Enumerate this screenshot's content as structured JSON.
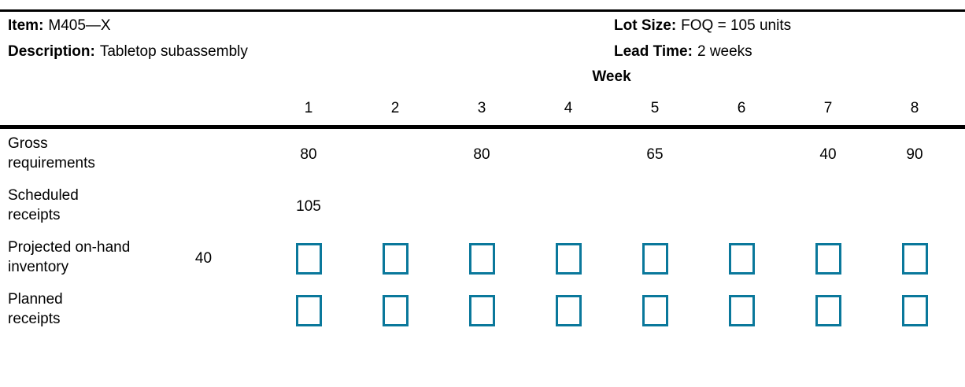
{
  "header": {
    "item_label": "Item:",
    "item_value": "M405—X",
    "description_label": "Description:",
    "description_value": "Tabletop subassembly",
    "lot_size_label": "Lot Size:",
    "lot_size_value": "FOQ = 105 units",
    "lead_time_label": "Lead Time:",
    "lead_time_value": "2 weeks"
  },
  "table": {
    "week_header": "Week",
    "week_numbers": [
      "1",
      "2",
      "3",
      "4",
      "5",
      "6",
      "7",
      "8"
    ],
    "rows": [
      {
        "label": "Gross requirements",
        "label_lines": [
          "Gross",
          "requirements"
        ],
        "initial": "",
        "values": [
          "80",
          "",
          "80",
          "",
          "65",
          "",
          "40",
          "90"
        ],
        "has_input_boxes": false
      },
      {
        "label": "Scheduled receipts",
        "label_lines": [
          "Scheduled",
          "receipts"
        ],
        "initial": "",
        "values": [
          "105",
          "",
          "",
          "",
          "",
          "",
          "",
          ""
        ],
        "has_input_boxes": false
      },
      {
        "label": "Projected on-hand inventory",
        "label_lines": [
          "Projected on-hand",
          "inventory"
        ],
        "initial": "40",
        "values": [
          "",
          "",
          "",
          "",
          "",
          "",
          "",
          ""
        ],
        "has_input_boxes": true
      },
      {
        "label": "Planned receipts",
        "label_lines": [
          "Planned",
          "receipts"
        ],
        "initial": "",
        "values": [
          "",
          "",
          "",
          "",
          "",
          "",
          "",
          ""
        ],
        "has_input_boxes": true
      }
    ]
  },
  "colors": {
    "input_box_border": "#0A789B",
    "text": "#000000",
    "rule": "#000000",
    "background": "#FFFFFF"
  }
}
